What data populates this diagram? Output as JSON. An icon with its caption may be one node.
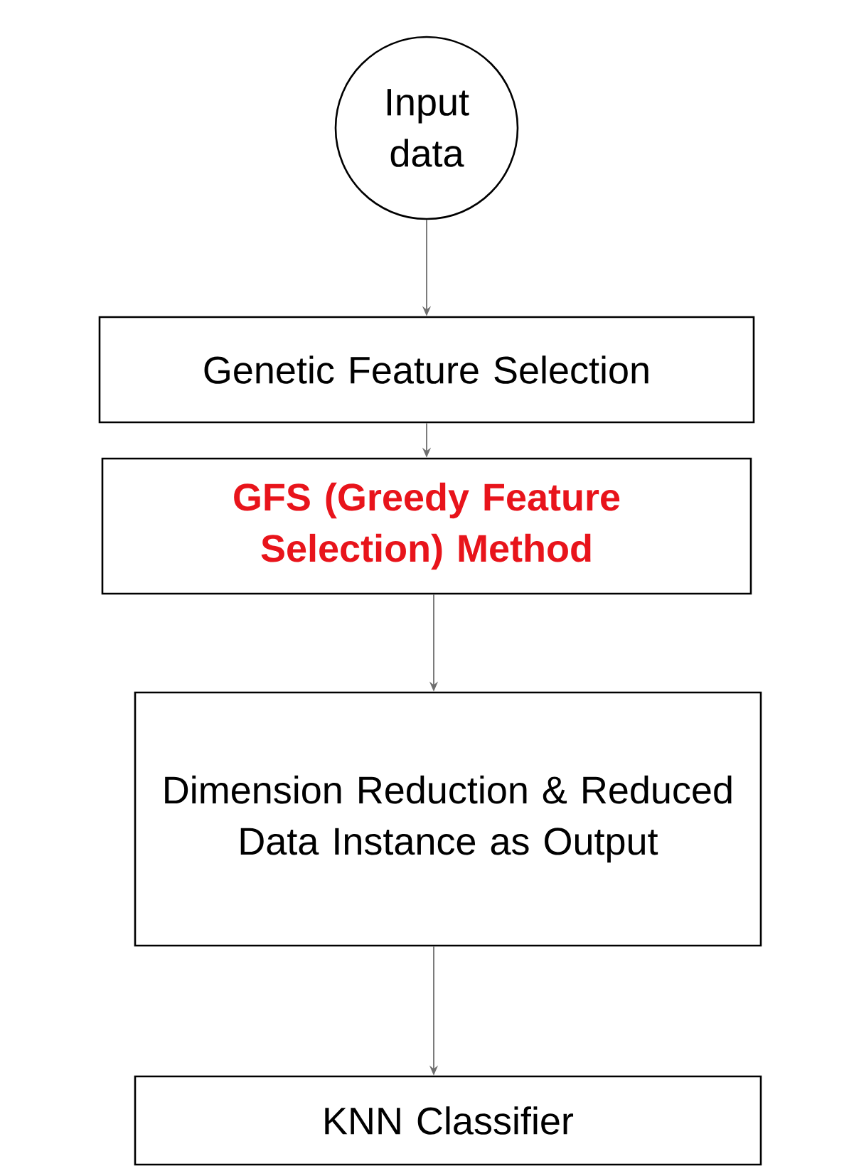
{
  "diagram": {
    "nodes": [
      {
        "text": [
          "Input data"
        ]
      },
      {
        "text": [
          "Genetic Feature Selection"
        ]
      },
      {
        "text": [
          "GFS (Greedy Feature Selection) Method"
        ]
      },
      {
        "text": [
          "Dimension Reduction & Reduced Data Instance as Output"
        ]
      },
      {
        "text": [
          "KNN Classifier"
        ]
      }
    ],
    "edges": [
      {
        "from": 0,
        "to": 1,
        "arrow": "to"
      },
      {
        "from": 1,
        "to": 2,
        "arrow": "to"
      },
      {
        "from": 2,
        "to": 3,
        "arrow": "to"
      },
      {
        "from": 3,
        "to": 4,
        "arrow": "to"
      }
    ]
  }
}
